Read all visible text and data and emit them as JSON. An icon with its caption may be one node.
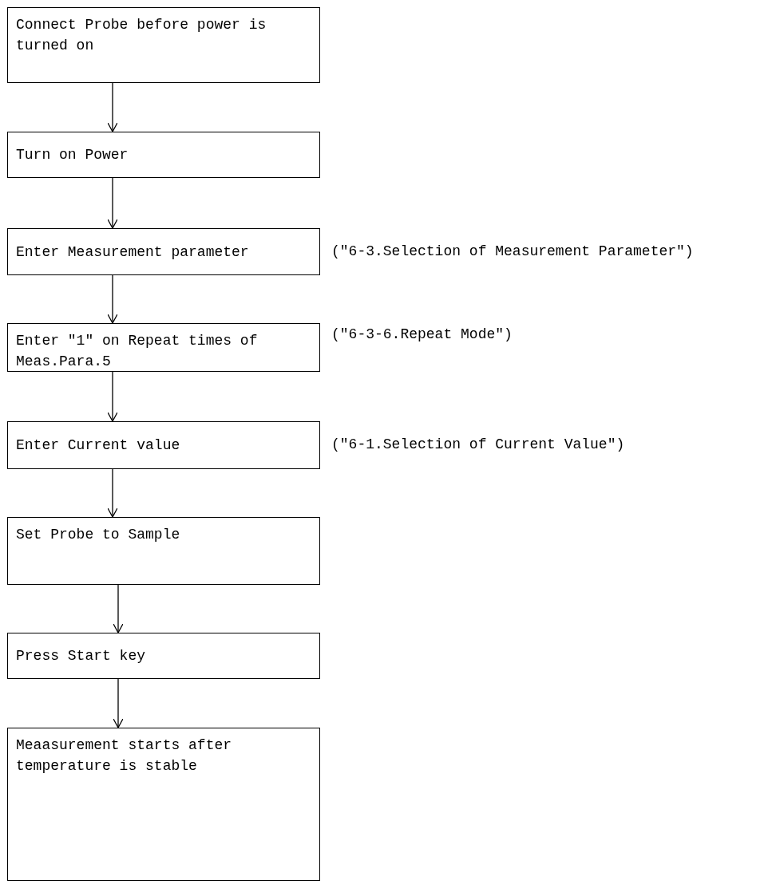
{
  "diagram": {
    "nodes": [
      {
        "text": [
          "Connect Probe before power is turned on"
        ]
      },
      {
        "text": [
          "Turn on Power"
        ]
      },
      {
        "text": [
          "Enter Measurement parameter"
        ],
        "beside": [
          "(\"6-3.Selection of Measurement Parameter\")"
        ]
      },
      {
        "text": [
          "Enter \"1\" on Repeat times of Meas.Para.5"
        ],
        "beside": [
          "(\"6-3-6.Repeat Mode\")"
        ]
      },
      {
        "text": [
          "Enter Current value"
        ],
        "beside": [
          "(\"6-1.Selection of Current Value\")"
        ]
      },
      {
        "text": [
          "Set Probe to Sample"
        ]
      },
      {
        "text": [
          "Press Start key"
        ]
      },
      {
        "text": [
          "Meaasurement starts after temperature is stable"
        ]
      }
    ],
    "edges": [
      {
        "from": 0,
        "to": 1,
        "arrow": "to"
      },
      {
        "from": 1,
        "to": 2,
        "arrow": "to"
      },
      {
        "from": 2,
        "to": 3,
        "arrow": "to"
      },
      {
        "from": 3,
        "to": 4,
        "arrow": "to"
      },
      {
        "from": 4,
        "to": 5,
        "arrow": "to"
      },
      {
        "from": 5,
        "to": 6,
        "arrow": "to"
      },
      {
        "from": 6,
        "to": 7,
        "arrow": "to"
      }
    ]
  }
}
